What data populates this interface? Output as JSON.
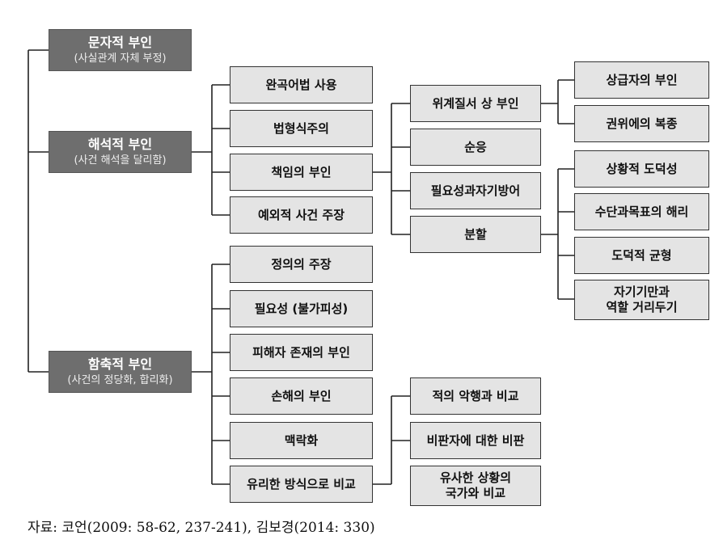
{
  "categories": {
    "literal": {
      "title": "문자적 부인",
      "subtitle": "(사실관계 자체 부정)"
    },
    "interpretive": {
      "title": "해석적 부인",
      "subtitle": "(사건 해석을 달리함)"
    },
    "implicatory": {
      "title": "함축적 부인",
      "subtitle": "(사건의 정당화, 합리화)"
    }
  },
  "interpretive_items": [
    "완곡어법 사용",
    "법형식주의",
    "책임의 부인",
    "예외적 사건 주장"
  ],
  "responsibility_items": [
    "위계질서 상 부인",
    "순응",
    "필요성과자기방어",
    "분할"
  ],
  "hierarchy_items": [
    "상급자의 부인",
    "권위에의 복종"
  ],
  "split_items": [
    "상황적 도덕성",
    "수단과목표의 해리",
    "도덕적 균형",
    "자기기만과\n역할 거리두기"
  ],
  "implicatory_items": [
    "정의의 주장",
    "필요성 (불가피성)",
    "피해자 존재의 부인",
    "손해의 부인",
    "맥락화",
    "유리한 방식으로 비교"
  ],
  "comparison_items": [
    "적의 악행과 비교",
    "비판자에 대한 비판",
    "유사한 상황의\n국가와 비교"
  ],
  "source": "자료: 코언(2009: 58-62, 237-241), 김보경(2014: 330)"
}
